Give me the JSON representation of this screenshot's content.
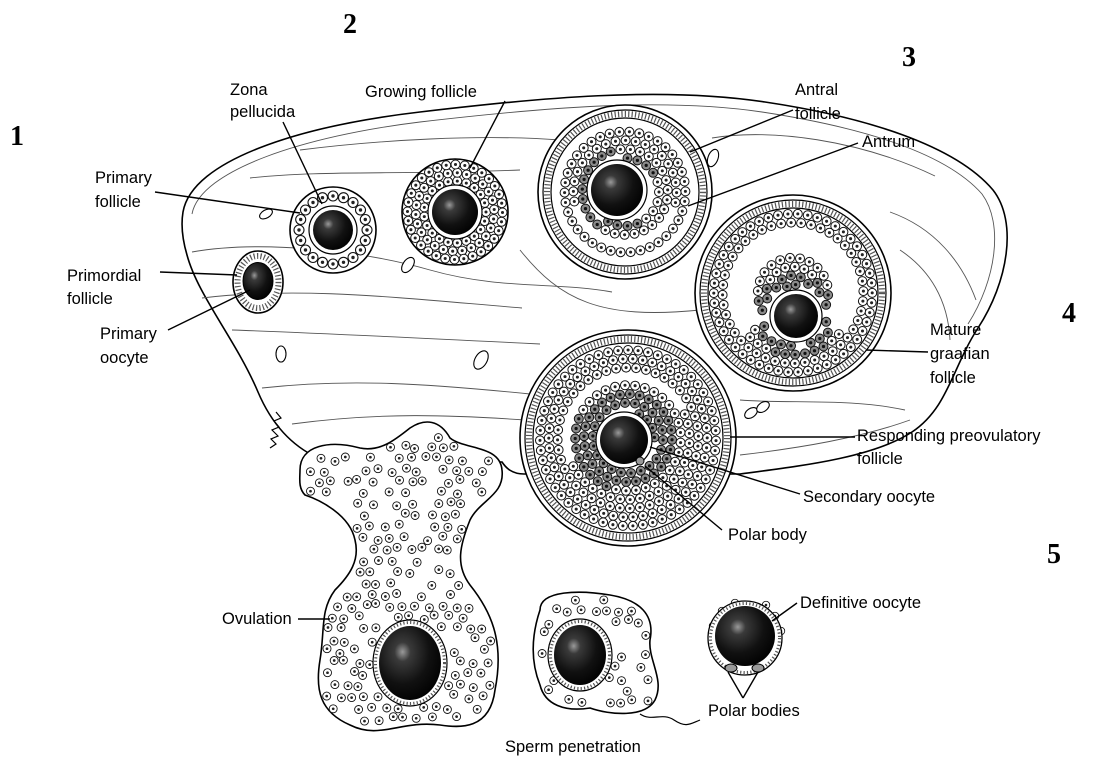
{
  "stage_numbers": {
    "one": "1",
    "two": "2",
    "three": "3",
    "four": "4",
    "five": "5"
  },
  "labels": {
    "zona_pellucida": [
      "Zona",
      "pellucida"
    ],
    "growing_follicle": "Growing follicle",
    "antral_follicle": [
      "Antral",
      "follicle"
    ],
    "antrum": "Antrum",
    "primary_follicle": [
      "Primary",
      "follicle"
    ],
    "primordial_follicle": [
      "Primordial",
      "follicle"
    ],
    "primary_oocyte": [
      "Primary",
      "oocyte"
    ],
    "mature_graafian_follicle": [
      "Mature",
      "graafian",
      "follicle"
    ],
    "responding_preovulatory_follicle": [
      "Responding preovulatory",
      "follicle"
    ],
    "secondary_oocyte": "Secondary oocyte",
    "polar_body": "Polar body",
    "ovulation": "Ovulation",
    "definitive_oocyte": "Definitive oocyte",
    "polar_bodies": "Polar bodies",
    "sperm_penetration": "Sperm penetration"
  }
}
